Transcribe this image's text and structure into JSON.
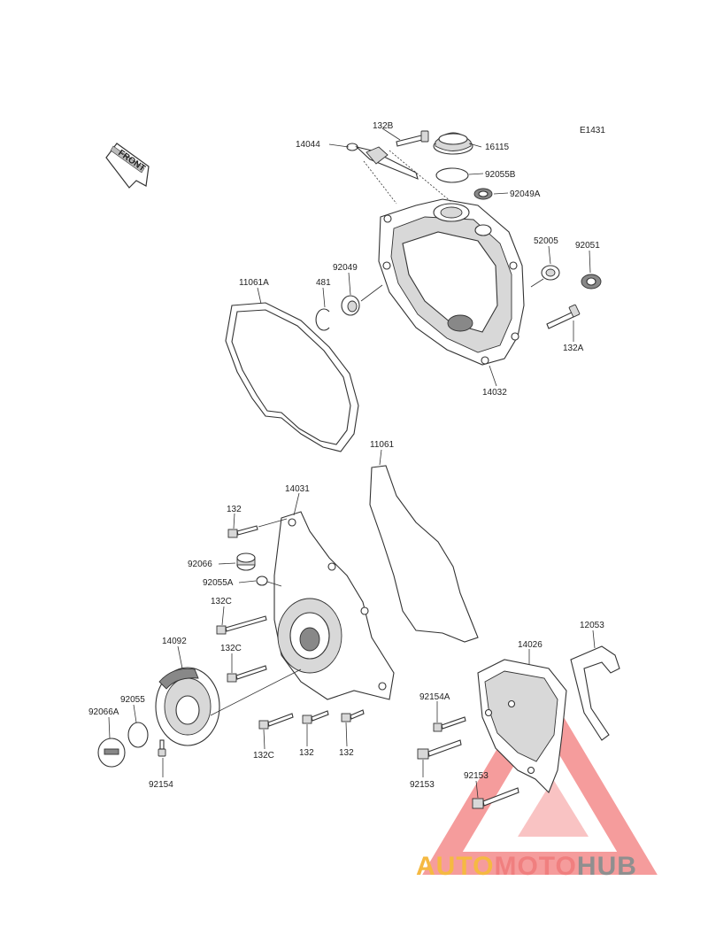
{
  "diagram": {
    "code": "E1431",
    "front_label": "FRONT",
    "labels": [
      {
        "id": "132B",
        "text": "132B"
      },
      {
        "id": "14044",
        "text": "14044"
      },
      {
        "id": "16115",
        "text": "16115"
      },
      {
        "id": "92055B",
        "text": "92055B"
      },
      {
        "id": "92049A",
        "text": "92049A"
      },
      {
        "id": "52005",
        "text": "52005"
      },
      {
        "id": "92051",
        "text": "92051"
      },
      {
        "id": "11061A",
        "text": "11061A"
      },
      {
        "id": "481",
        "text": "481"
      },
      {
        "id": "92049",
        "text": "92049"
      },
      {
        "id": "132A",
        "text": "132A"
      },
      {
        "id": "14032",
        "text": "14032"
      },
      {
        "id": "11061",
        "text": "11061"
      },
      {
        "id": "14031",
        "text": "14031"
      },
      {
        "id": "132-top",
        "text": "132"
      },
      {
        "id": "92066",
        "text": "92066"
      },
      {
        "id": "92055A",
        "text": "92055A"
      },
      {
        "id": "132C-a",
        "text": "132C"
      },
      {
        "id": "132C-b",
        "text": "132C"
      },
      {
        "id": "14092",
        "text": "14092"
      },
      {
        "id": "92055",
        "text": "92055"
      },
      {
        "id": "92066A",
        "text": "92066A"
      },
      {
        "id": "92154",
        "text": "92154"
      },
      {
        "id": "132C-c",
        "text": "132C"
      },
      {
        "id": "132-b",
        "text": "132"
      },
      {
        "id": "132-c",
        "text": "132"
      },
      {
        "id": "14026",
        "text": "14026"
      },
      {
        "id": "12053",
        "text": "12053"
      },
      {
        "id": "92154A",
        "text": "92154A"
      },
      {
        "id": "92153-a",
        "text": "92153"
      },
      {
        "id": "92153-b",
        "text": "92153"
      }
    ]
  },
  "watermark": {
    "part1": "AUTO",
    "part2": "MOTO",
    "part3": "HUB",
    "colors": {
      "auto": "#f5b942",
      "moto": "#f07f7f",
      "hub": "#8f8f8f",
      "triangle": "#f27c7c"
    }
  }
}
